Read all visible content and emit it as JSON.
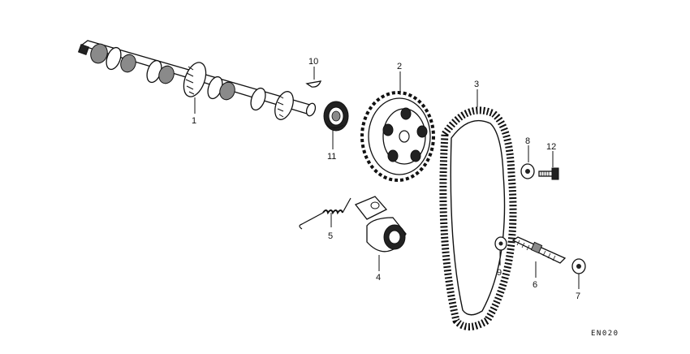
{
  "callouts": {
    "c1": "1",
    "c2": "2",
    "c3": "3",
    "c4": "4",
    "c5": "5",
    "c6": "6",
    "c7": "7",
    "c8": "8",
    "c9": "9",
    "c10": "10",
    "c11": "11",
    "c12": "12"
  },
  "diagram_code": "EN020"
}
